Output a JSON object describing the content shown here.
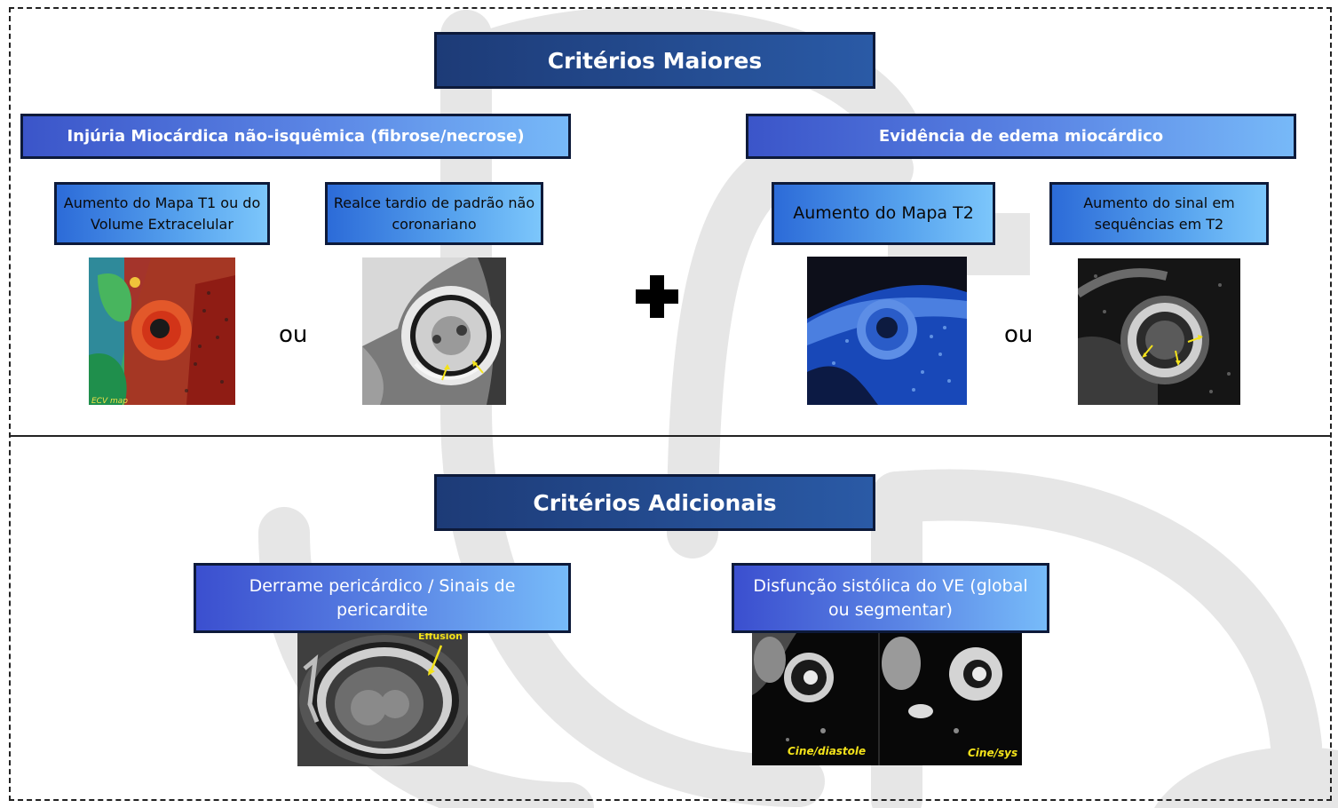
{
  "colors": {
    "frame": "#222222",
    "title_bg": "#1d3b77",
    "box_border": "#0d1a3a",
    "accent_light": "#77b9f8",
    "watermark": "#e6e6e6",
    "arrow": "#f3e21a"
  },
  "major": {
    "title": "Critérios Maiores",
    "left": {
      "heading": "Injúria Miocárdica não-isquêmica (fibrose/necrose)",
      "items": [
        {
          "label": "Aumento do Mapa T1 ou do Volume Extracelular"
        },
        {
          "label": "Realce tardio de padrão não coronariano"
        }
      ],
      "or": "ou"
    },
    "plus_icon": "plus-icon",
    "right": {
      "heading": "Evidência de edema miocárdico",
      "items": [
        {
          "label": "Aumento do Mapa T2"
        },
        {
          "label": "Aumento do sinal em sequências em T2"
        }
      ],
      "or": "ou"
    }
  },
  "additional": {
    "title": "Critérios Adicionais",
    "items": [
      {
        "label": "Derrame pericárdico / Sinais de pericardite",
        "image_caption": "Effusion"
      },
      {
        "label": "Disfunção sistólica do VE (global ou segmentar)",
        "image_captions": [
          "Cine/diastole",
          "Cine/sys"
        ]
      }
    ]
  }
}
